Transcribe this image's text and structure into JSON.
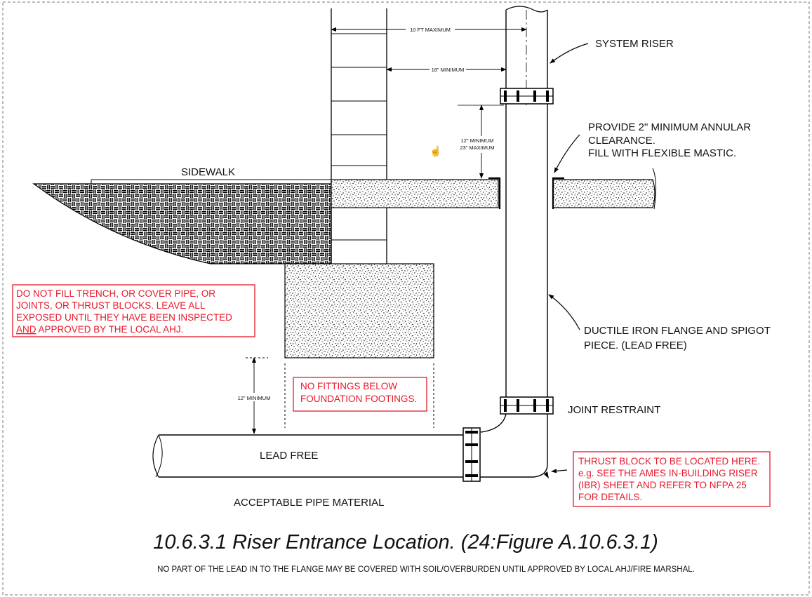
{
  "dimensions": {
    "max_10ft": "10 FT MAXIMUM",
    "min_18in": "18\" MINIMUM",
    "min_12in_a": "12\" MINIMUM",
    "max_23in": "23\" MAXIMUM",
    "min_12in_b": "12\" MINIMUM"
  },
  "labels": {
    "system_riser": "SYSTEM RISER",
    "annular_1": "PROVIDE 2\" MINIMUM ANNULAR",
    "annular_2": "CLEARANCE.",
    "annular_3": "FILL WITH FLEXIBLE MASTIC.",
    "sidewalk": "SIDEWALK",
    "ductile_1": "DUCTILE IRON FLANGE AND SPIGOT",
    "ductile_2": "PIECE.  (LEAD FREE)",
    "joint_restraint": "JOINT RESTRAINT",
    "lead_free": "LEAD FREE",
    "acceptable": "ACCEPTABLE PIPE MATERIAL"
  },
  "notes": {
    "trench_1": "DO NOT FILL TRENCH, OR COVER PIPE, OR",
    "trench_2": "JOINTS, OR THRUST BLOCKS.  LEAVE ALL",
    "trench_3": "EXPOSED  UNTIL THEY HAVE BEEN INSPECTED",
    "trench_4a": "AND",
    "trench_4b": " APPROVED BY THE LOCAL AHJ.",
    "fittings_1": "NO FITTINGS BELOW",
    "fittings_2": "FOUNDATION FOOTINGS.",
    "thrust_1": "THRUST BLOCK TO BE LOCATED HERE.",
    "thrust_2": "e.g. SEE THE AMES IN-BUILDING RISER",
    "thrust_3": "(IBR) SHEET AND REFER TO NFPA 25",
    "thrust_4": "FOR DETAILS."
  },
  "title": "10.6.3.1  Riser Entrance Location. (24:Figure A.10.6.3.1)",
  "footer": "NO PART OF THE LEAD IN TO THE FLANGE MAY BE COVERED WITH SOIL/OVERBURDEN UNTIL APPROVED BY LOCAL AHJ/FIRE MARSHAL.",
  "colors": {
    "note_red": "#e8182c",
    "line": "#000000"
  }
}
